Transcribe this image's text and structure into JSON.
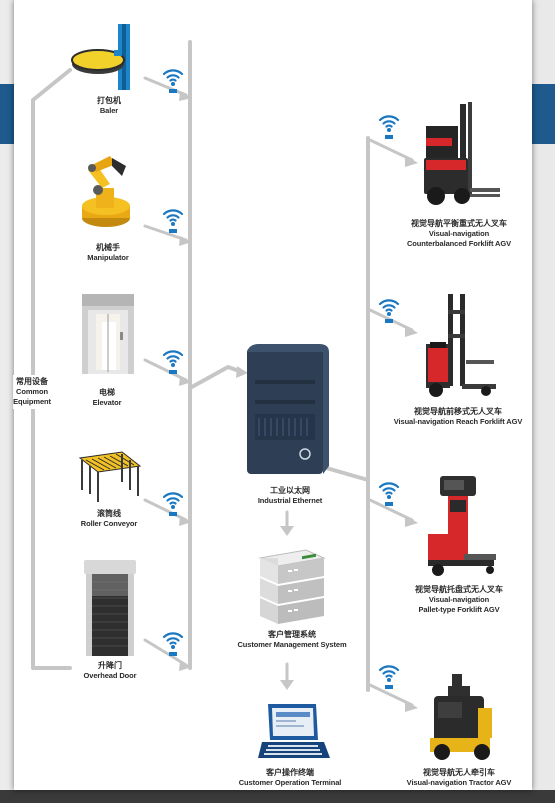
{
  "common_equipment": {
    "label_zh": "常用设备",
    "label_en_1": "Common",
    "label_en_2": "Equipment"
  },
  "devices": [
    {
      "zh": "打包机",
      "en": "Baler"
    },
    {
      "zh": "机械手",
      "en": "Manipulator"
    },
    {
      "zh": "电梯",
      "en": "Elevator"
    },
    {
      "zh": "滚筒线",
      "en": "Roller Conveyor"
    },
    {
      "zh": "升降门",
      "en": "Overhead Door"
    }
  ],
  "ethernet": {
    "zh": "工业以太网",
    "en": "Industrial Ethernet"
  },
  "management": {
    "zh": "客户管理系统",
    "en": "Customer Management System"
  },
  "terminal": {
    "zh": "客户操作终端",
    "en": "Customer Operation Terminal"
  },
  "agvs": [
    {
      "zh": "视觉导航平衡重式无人叉车",
      "en1": "Visual-navigation",
      "en2": "Counterbalanced Forklift AGV"
    },
    {
      "zh": "视觉导航前移式无人叉车",
      "en1": "Visual-navigation Reach Forklift AGV",
      "en2": ""
    },
    {
      "zh": "视觉导航托盘式无人叉车",
      "en1": "Visual-navigation",
      "en2": "Pallet-type Forklift AGV"
    },
    {
      "zh": "视觉导航无人牵引车",
      "en1": "Visual-navigation Tractor AGV",
      "en2": ""
    }
  ],
  "colors": {
    "wifi": "#1a78c2",
    "line": "#c6c6c6",
    "server": "#34475f",
    "agv_red": "#d6282b"
  }
}
